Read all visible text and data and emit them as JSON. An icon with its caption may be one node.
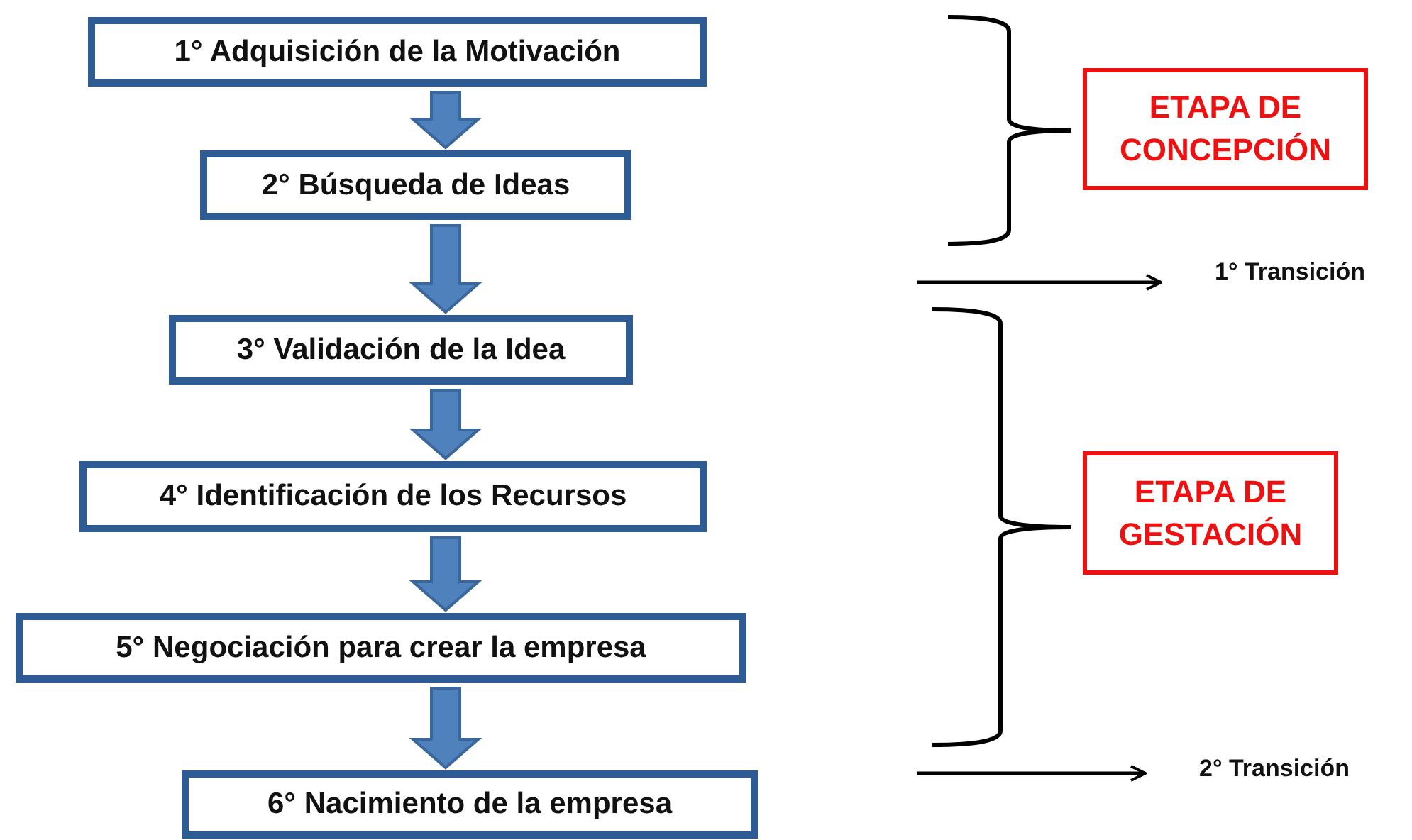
{
  "diagram": {
    "nodes": [
      {
        "text": [
          "1° Adquisición de la Motivación"
        ]
      },
      {
        "text": [
          "2° Búsqueda de Ideas"
        ]
      },
      {
        "text": [
          "3° Validación de la Idea"
        ]
      },
      {
        "text": [
          "4° Identificación de los Recursos"
        ]
      },
      {
        "text": [
          "5° Negociación para crear la empresa"
        ]
      },
      {
        "text": [
          "6° Nacimiento de la empresa"
        ]
      },
      {
        "text": [
          "ETAPA DE CONCEPCIÓN"
        ]
      },
      {
        "text": [
          "1° Transición"
        ]
      },
      {
        "text": [
          "ETAPA DE GESTACIÓN"
        ]
      },
      {
        "text": [
          "2° Transición"
        ]
      }
    ],
    "edges": [
      {
        "from": 0,
        "to": 1,
        "arrow": "to",
        "style": "thick"
      },
      {
        "from": 1,
        "to": 2,
        "arrow": "to",
        "style": "thick"
      },
      {
        "from": 2,
        "to": 3,
        "arrow": "to",
        "style": "thick"
      },
      {
        "from": 3,
        "to": 4,
        "arrow": "to",
        "style": "thick"
      },
      {
        "from": 4,
        "to": 5,
        "arrow": "to",
        "style": "thick"
      },
      {
        "from": null,
        "to": 7,
        "arrow": "to",
        "color": "#000000"
      },
      {
        "from": null,
        "to": 9,
        "arrow": "to",
        "color": "#000000"
      }
    ]
  }
}
